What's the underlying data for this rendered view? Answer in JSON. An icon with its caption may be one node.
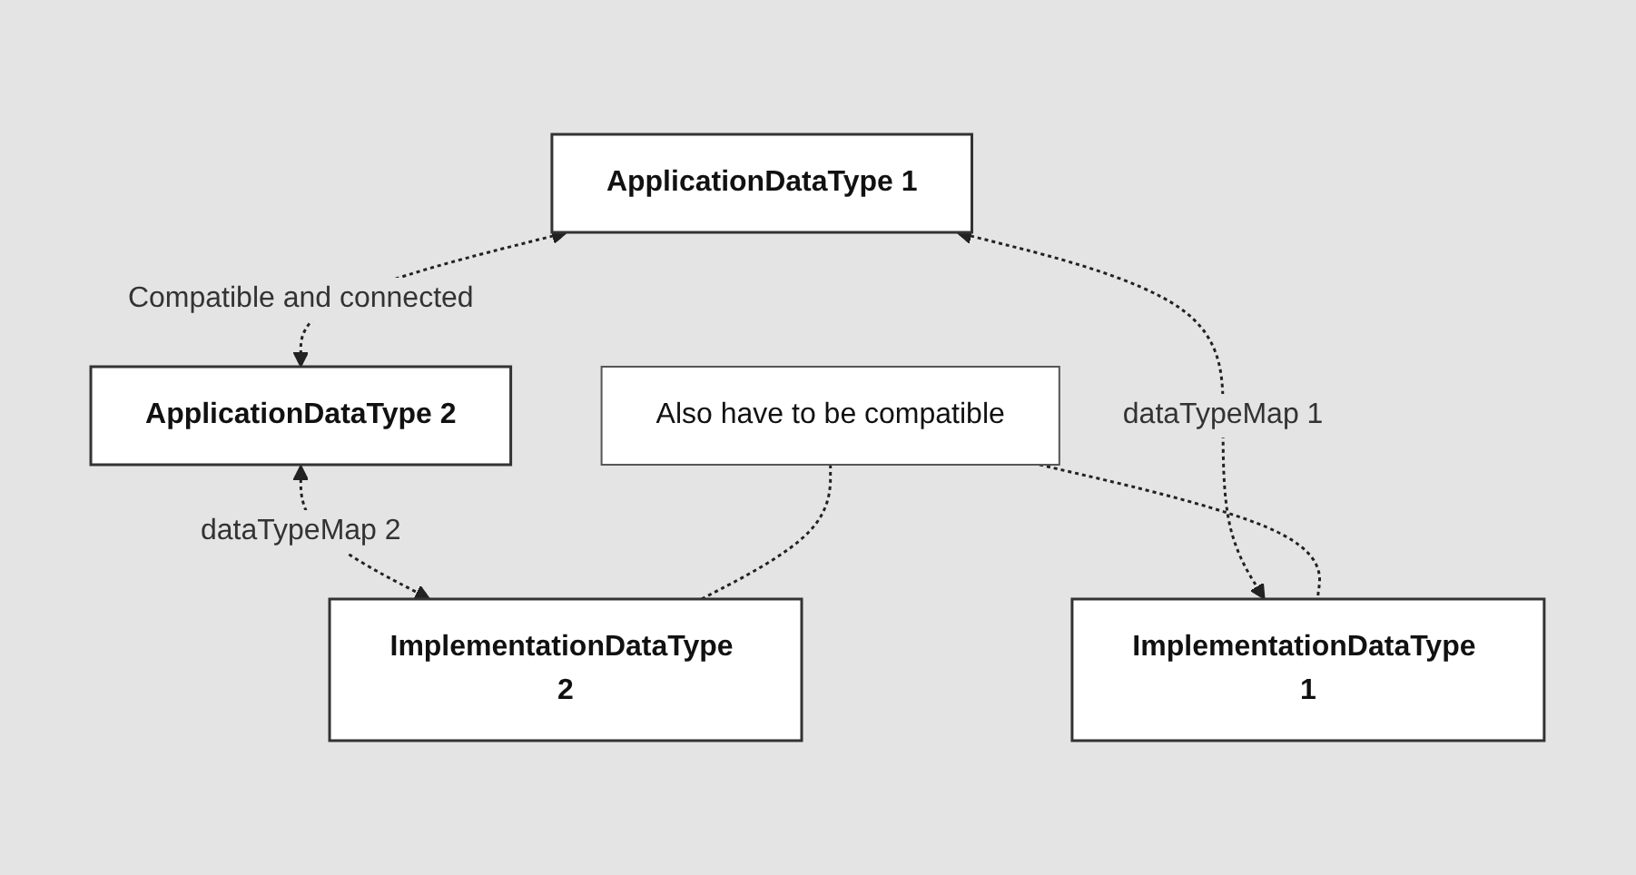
{
  "diagram": {
    "nodes": [
      {
        "text": [
          "ApplicationDataType 1"
        ]
      },
      {
        "text": [
          "ApplicationDataType 2"
        ]
      },
      {
        "text": [
          "Also have to be compatible"
        ]
      },
      {
        "text": [
          "ImplementationDataType 1"
        ]
      },
      {
        "text": [
          "ImplementationDataType 2"
        ]
      }
    ],
    "edges": [
      {
        "from": 0,
        "to": 1,
        "arrow": "both",
        "style": "dashed",
        "label": "Compatible and connected"
      },
      {
        "from": 0,
        "to": 3,
        "arrow": "both",
        "style": "dashed",
        "label": "dataTypeMap 1"
      },
      {
        "from": 1,
        "to": 4,
        "arrow": "both",
        "style": "dashed",
        "label": "dataTypeMap 2"
      },
      {
        "from": 2,
        "to": 3,
        "arrow": "none",
        "style": "dashed"
      },
      {
        "from": 2,
        "to": 4,
        "arrow": "none",
        "style": "dashed"
      }
    ]
  }
}
